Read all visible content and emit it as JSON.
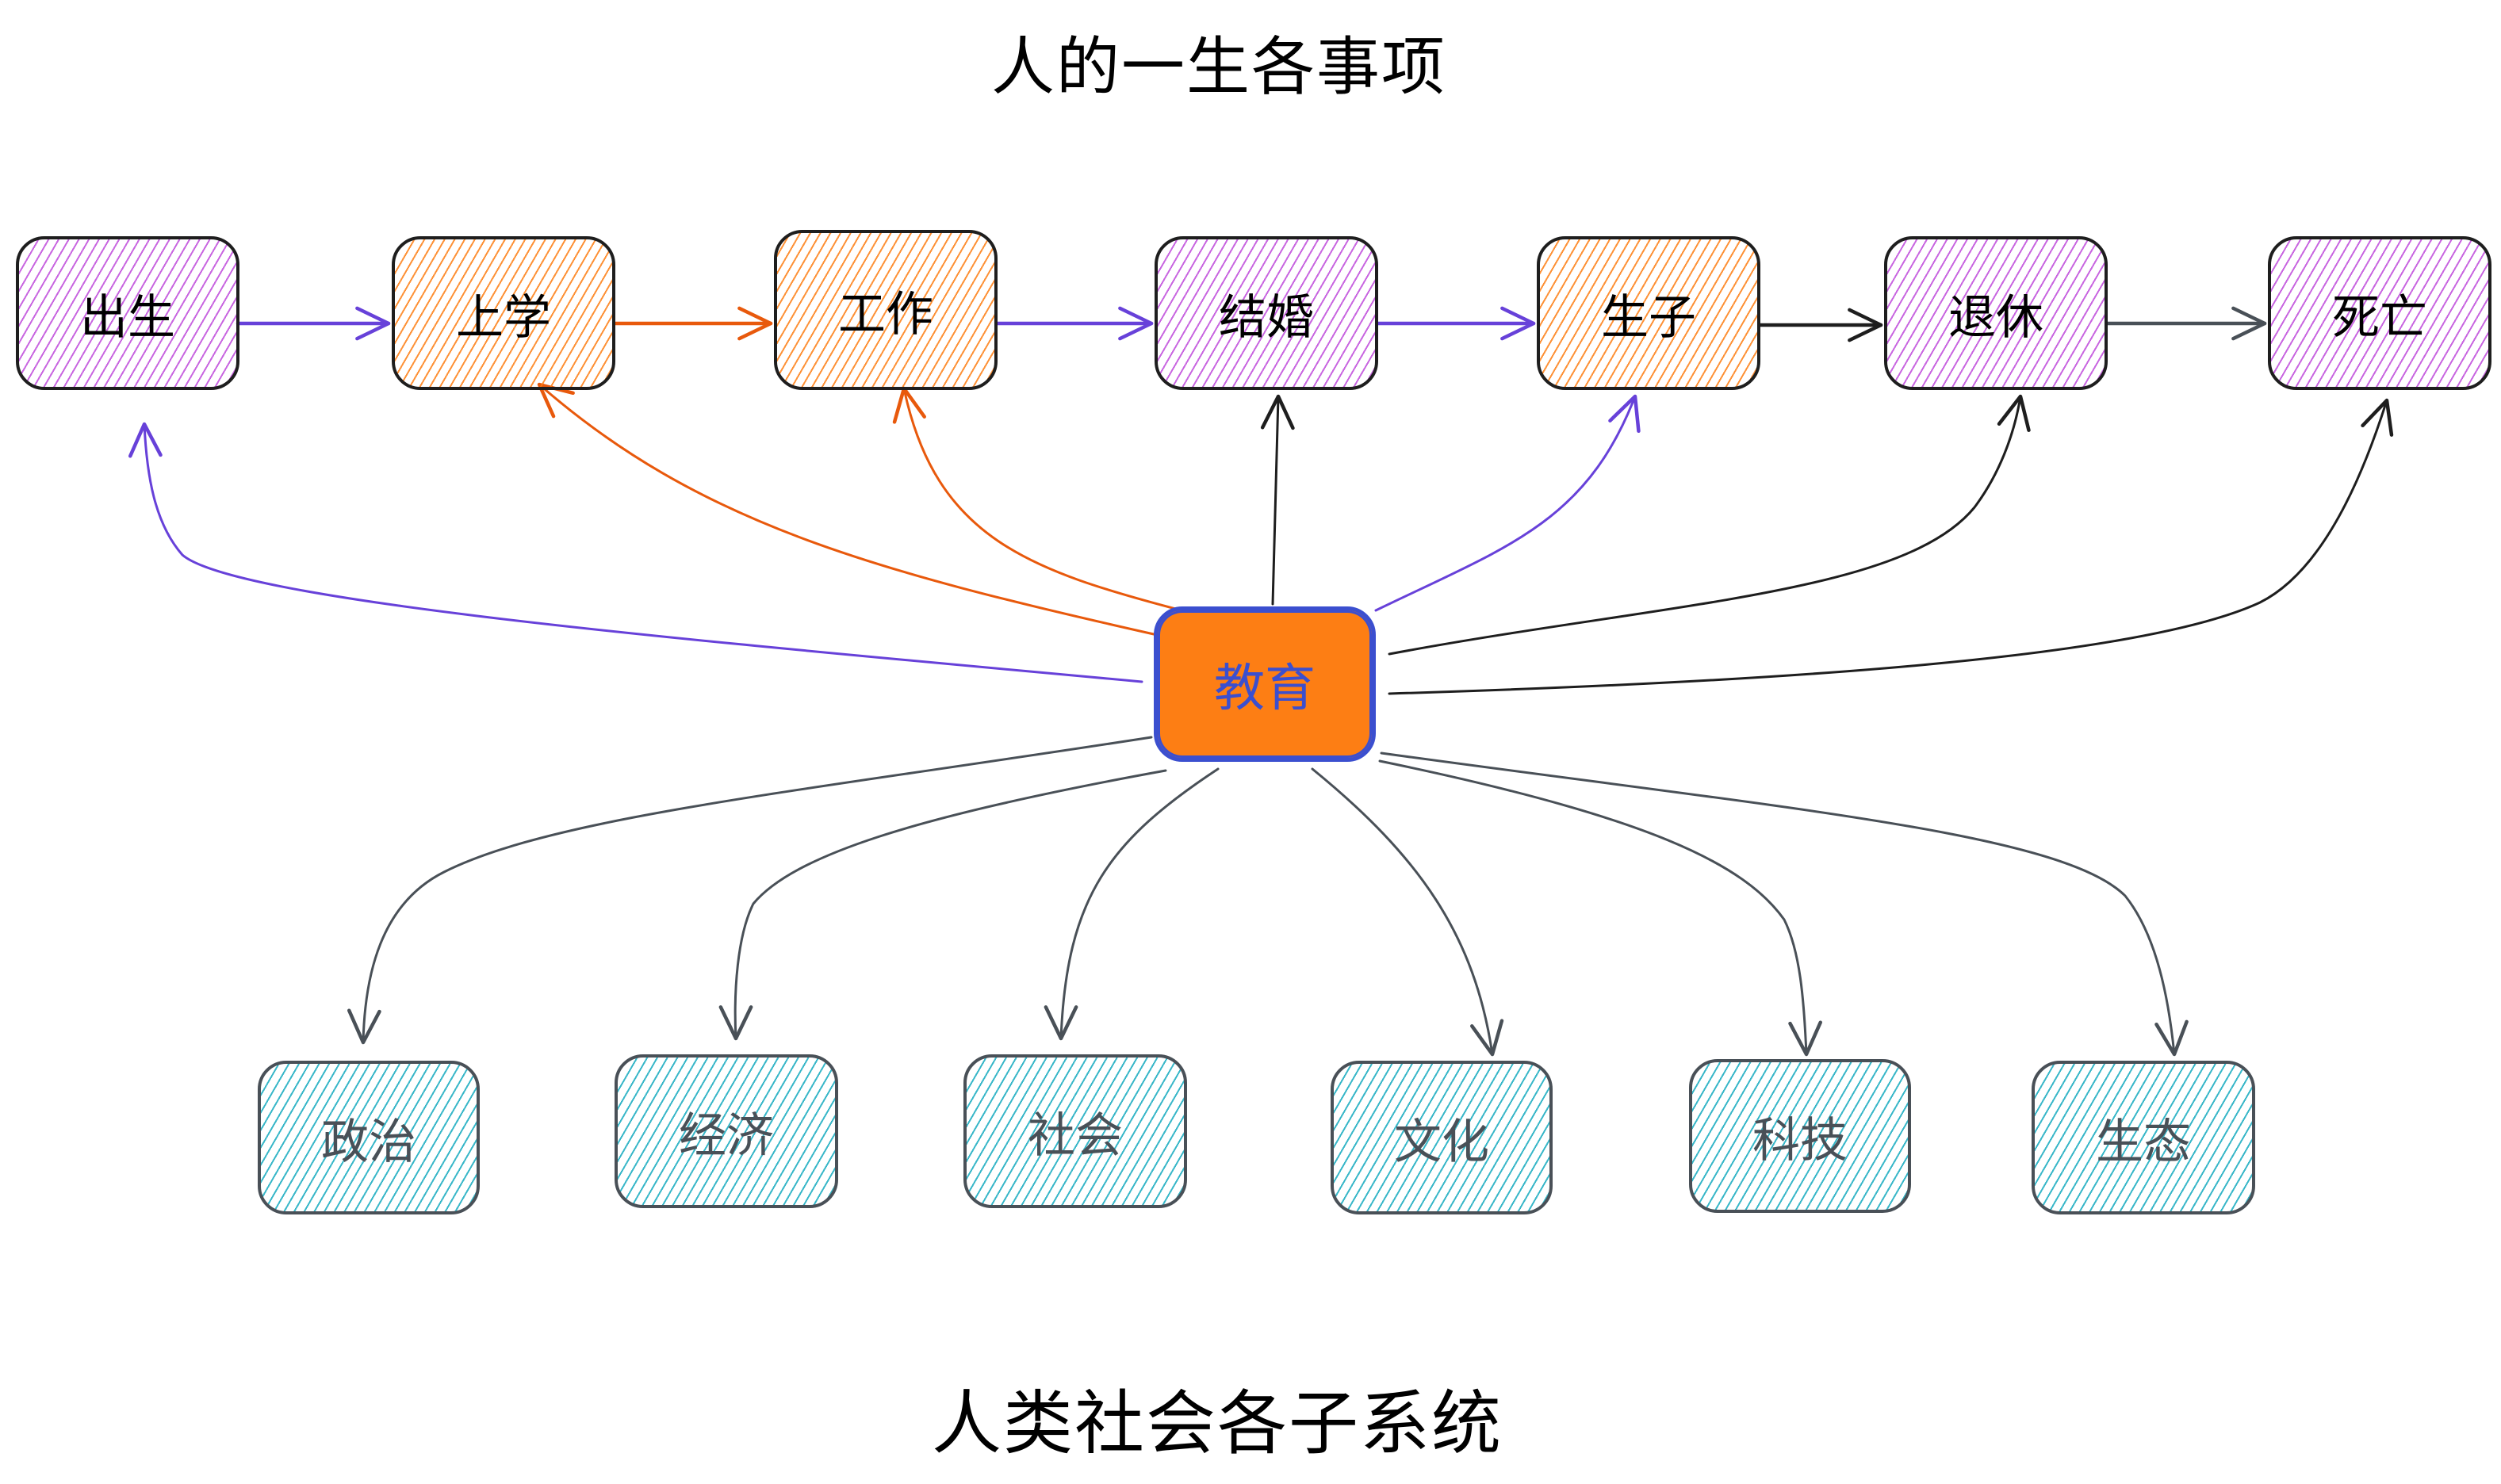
{
  "titles": {
    "top": "人的一生各事项",
    "bottom": "人类社会各子系统"
  },
  "colors": {
    "purple_hatch": "#be4bdb",
    "orange_hatch": "#fd7e14",
    "teal_hatch": "#15aabf",
    "center_fill": "#fd7e14",
    "center_stroke": "#3b4fcf",
    "arrow_purple": "#6741d9",
    "arrow_orange": "#e8590c",
    "arrow_black": "#1e1e1e",
    "arrow_gray": "#495057"
  },
  "center": {
    "label": "教育"
  },
  "life_events": [
    {
      "id": "birth",
      "label": "出生",
      "style": "purple"
    },
    {
      "id": "school",
      "label": "上学",
      "style": "orange"
    },
    {
      "id": "work",
      "label": "工作",
      "style": "orange"
    },
    {
      "id": "marriage",
      "label": "结婚",
      "style": "purple"
    },
    {
      "id": "child",
      "label": "生子",
      "style": "orange"
    },
    {
      "id": "retire",
      "label": "退休",
      "style": "purple"
    },
    {
      "id": "death",
      "label": "死亡",
      "style": "purple"
    }
  ],
  "subsystems": [
    {
      "id": "politics",
      "label": "政治"
    },
    {
      "id": "economy",
      "label": "经济"
    },
    {
      "id": "society",
      "label": "社会"
    },
    {
      "id": "culture",
      "label": "文化"
    },
    {
      "id": "technology",
      "label": "科技"
    },
    {
      "id": "ecology",
      "label": "生态"
    }
  ],
  "edges": [
    {
      "from": "birth",
      "to": "school",
      "color": "arrow_purple"
    },
    {
      "from": "school",
      "to": "work",
      "color": "arrow_orange"
    },
    {
      "from": "work",
      "to": "marriage",
      "color": "arrow_purple"
    },
    {
      "from": "marriage",
      "to": "child",
      "color": "arrow_purple"
    },
    {
      "from": "child",
      "to": "retire",
      "color": "arrow_black"
    },
    {
      "from": "retire",
      "to": "death",
      "color": "arrow_gray"
    },
    {
      "from": "center",
      "to": "birth",
      "color": "arrow_purple"
    },
    {
      "from": "center",
      "to": "school",
      "color": "arrow_orange"
    },
    {
      "from": "center",
      "to": "work",
      "color": "arrow_orange"
    },
    {
      "from": "center",
      "to": "marriage",
      "color": "arrow_black"
    },
    {
      "from": "center",
      "to": "child",
      "color": "arrow_purple"
    },
    {
      "from": "center",
      "to": "retire",
      "color": "arrow_black"
    },
    {
      "from": "center",
      "to": "death",
      "color": "arrow_black"
    },
    {
      "from": "center",
      "to": "politics",
      "color": "arrow_gray"
    },
    {
      "from": "center",
      "to": "economy",
      "color": "arrow_gray"
    },
    {
      "from": "center",
      "to": "society",
      "color": "arrow_gray"
    },
    {
      "from": "center",
      "to": "culture",
      "color": "arrow_gray"
    },
    {
      "from": "center",
      "to": "technology",
      "color": "arrow_gray"
    },
    {
      "from": "center",
      "to": "ecology",
      "color": "arrow_gray"
    }
  ]
}
